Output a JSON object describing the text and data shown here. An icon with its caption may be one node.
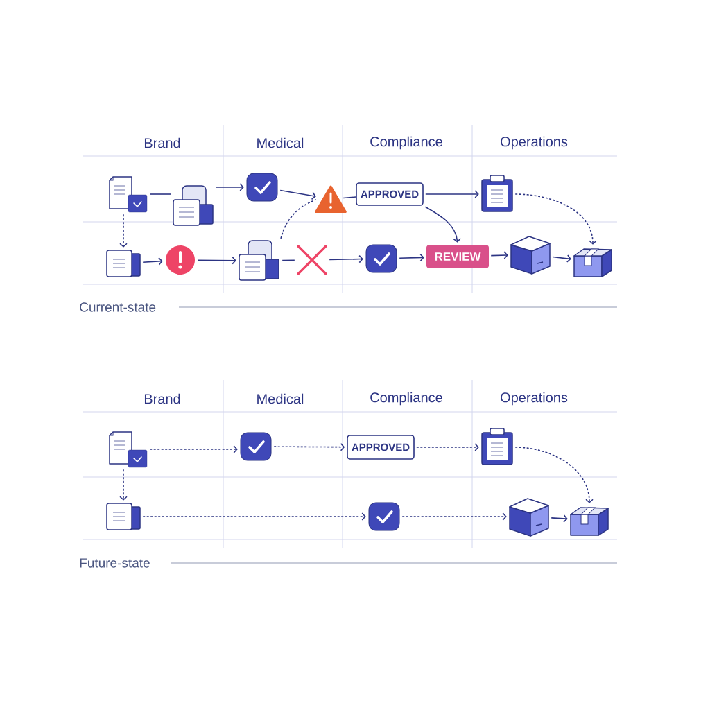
{
  "diagram": {
    "nodes": [
      {
        "text": [],
        "shape": "document"
      },
      {
        "text": [],
        "shape": "documents"
      },
      {
        "text": [],
        "shape": "check"
      },
      {
        "text": [],
        "shape": "triangle"
      },
      {
        "text": [
          "APPROVED"
        ]
      },
      {
        "text": [],
        "shape": "clipboard"
      },
      {
        "text": [],
        "shape": "folder"
      },
      {
        "text": [],
        "shape": "circle"
      },
      {
        "text": [],
        "shape": "documents"
      },
      {
        "text": [],
        "shape": "cross"
      },
      {
        "text": [],
        "shape": "check"
      },
      {
        "text": [
          "REVIEW"
        ]
      },
      {
        "text": [],
        "shape": "cube"
      },
      {
        "text": [],
        "shape": "box"
      },
      {
        "text": [],
        "shape": "document"
      },
      {
        "text": [],
        "shape": "check"
      },
      {
        "text": [
          "APPROVED"
        ]
      },
      {
        "text": [],
        "shape": "clipboard"
      },
      {
        "text": [],
        "shape": "folder"
      },
      {
        "text": [],
        "shape": "check"
      },
      {
        "text": [],
        "shape": "cube"
      },
      {
        "text": [],
        "shape": "box"
      }
    ],
    "edges": [
      {
        "from": 0,
        "to": 1,
        "arrow": "none"
      },
      {
        "from": 1,
        "to": 2,
        "arrow": "to"
      },
      {
        "from": 2,
        "to": 3,
        "arrow": "to"
      },
      {
        "from": 3,
        "to": 4,
        "arrow": "none"
      },
      {
        "from": 4,
        "to": 5,
        "arrow": "to"
      },
      {
        "from": 4,
        "to": 11,
        "arrow": "to"
      },
      {
        "from": 5,
        "to": 13,
        "arrow": "to",
        "style": "dashed"
      },
      {
        "from": 0,
        "to": 6,
        "arrow": "to",
        "style": "dashed"
      },
      {
        "from": 6,
        "to": 7,
        "arrow": "to"
      },
      {
        "from": 7,
        "to": 8,
        "arrow": "to"
      },
      {
        "from": 8,
        "to": 3,
        "arrow": "none",
        "style": "dashed"
      },
      {
        "from": 8,
        "to": 9,
        "arrow": "none"
      },
      {
        "from": 9,
        "to": 10,
        "arrow": "to"
      },
      {
        "from": 10,
        "to": 11,
        "arrow": "to"
      },
      {
        "from": 11,
        "to": 12,
        "arrow": "to"
      },
      {
        "from": 12,
        "to": 13,
        "arrow": "to"
      },
      {
        "from": 14,
        "to": 15,
        "arrow": "to",
        "style": "dashed"
      },
      {
        "from": 15,
        "to": 16,
        "arrow": "to",
        "style": "dashed"
      },
      {
        "from": 16,
        "to": 17,
        "arrow": "to",
        "style": "dashed"
      },
      {
        "from": 17,
        "to": 21,
        "arrow": "to",
        "style": "dashed"
      },
      {
        "from": 14,
        "to": 18,
        "arrow": "to",
        "style": "dashed"
      },
      {
        "from": 18,
        "to": 19,
        "arrow": "to",
        "style": "dashed"
      },
      {
        "from": 19,
        "to": 20,
        "arrow": "to",
        "style": "dashed"
      },
      {
        "from": 20,
        "to": 21,
        "arrow": "to"
      }
    ],
    "labels": [
      "Brand",
      "Medical",
      "Compliance",
      "Operations",
      "Current-state",
      "Brand",
      "Medical",
      "Compliance",
      "Operations",
      "Future-state"
    ]
  }
}
